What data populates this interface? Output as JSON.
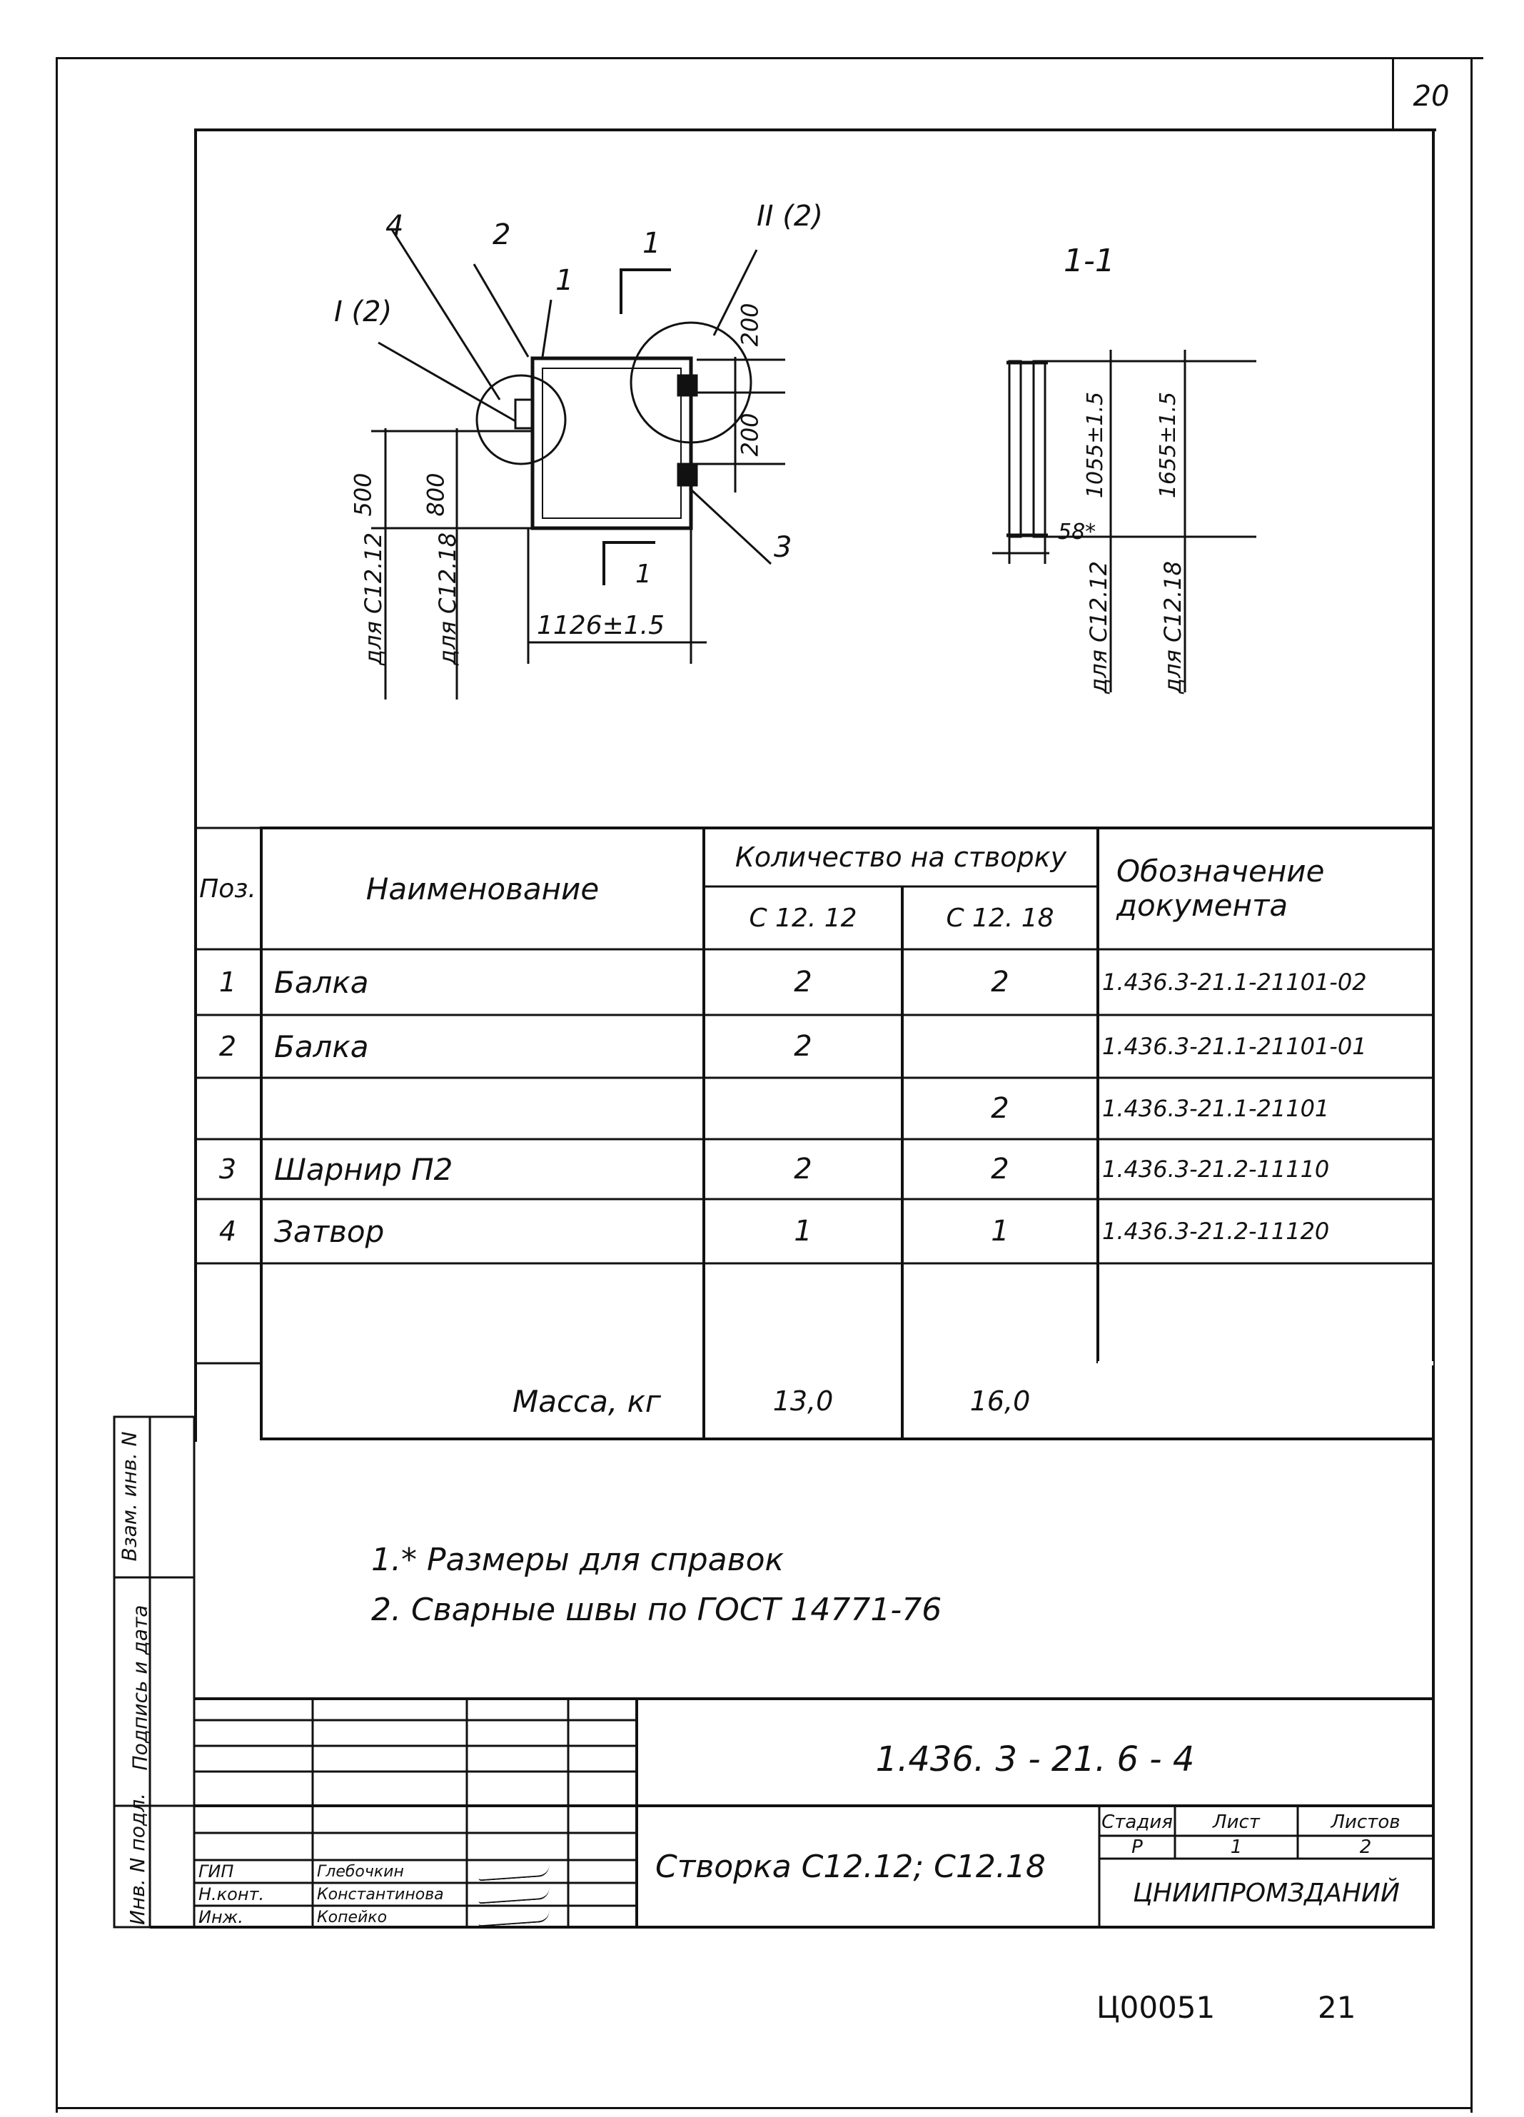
{
  "page_number": "20",
  "drawing": {
    "callouts": {
      "c4": "4",
      "c2": "2",
      "c1a": "1",
      "c1b": "1",
      "c3": "3",
      "detail_1": "I (2)",
      "detail_2": "II (2)"
    },
    "dims": {
      "d500": "500",
      "d800": "800",
      "d200a": "200",
      "d200b": "200",
      "d1126": "1126±1.5",
      "for_c1212": "для С12.12",
      "for_c1218": "для С12.18"
    },
    "section": {
      "title": "1-1",
      "d1055": "1055±1.5",
      "d1655": "1655±1.5",
      "d58": "58*",
      "for_c1212": "для С12.12",
      "for_c1218": "для С12.18"
    }
  },
  "table": {
    "headers": {
      "pos": "Поз.",
      "name": "Наименование",
      "qty": "Количество на створку",
      "c1212": "С 12. 12",
      "c1218": "С 12. 18",
      "doc": "Обозначение документа"
    },
    "rows": [
      {
        "pos": "1",
        "name": "Балка",
        "q1": "2",
        "q2": "2",
        "doc": "1.436.3-21.1-21101-02"
      },
      {
        "pos": "2",
        "name": "Балка",
        "q1": "2",
        "q2": "",
        "doc": "1.436.3-21.1-21101-01"
      },
      {
        "pos": "",
        "name": "",
        "q1": "",
        "q2": "2",
        "doc": "1.436.3-21.1-21101"
      },
      {
        "pos": "3",
        "name": "Шарнир   П2",
        "q1": "2",
        "q2": "2",
        "doc": "1.436.3-21.2-11110"
      },
      {
        "pos": "4",
        "name": "Затвор",
        "q1": "1",
        "q2": "1",
        "doc": "1.436.3-21.2-11120"
      },
      {
        "pos": "",
        "name": "",
        "q1": "",
        "q2": "",
        "doc": ""
      }
    ],
    "mass": {
      "label": "Масса, кг",
      "q1": "13,0",
      "q2": "16,0"
    }
  },
  "notes": [
    "1.* Размеры   для   справок",
    "2. Сварные   швы   по   ГОСТ   14771-76"
  ],
  "side_stamp": [
    "Инв. N подл.",
    "Подпись и дата",
    "Взам. инв. N"
  ],
  "title_block": {
    "doc_number": "1.436. 3 - 21. 6 - 4",
    "title": "Створка С12.12; С12.18",
    "stage_label": "Стадия",
    "sheet_label": "Лист",
    "sheets_label": "Листов",
    "stage": "Р",
    "sheet": "1",
    "sheets": "2",
    "org": "ЦНИИПРОМЗДАНИЙ",
    "people": [
      {
        "role": "ГИП",
        "name": "Глебочкин"
      },
      {
        "role": "Н.конт.",
        "name": "Константинова"
      },
      {
        "role": "Инж.",
        "name": "Копейко"
      }
    ]
  },
  "footer": {
    "code": "Ц00051",
    "number": "21"
  }
}
